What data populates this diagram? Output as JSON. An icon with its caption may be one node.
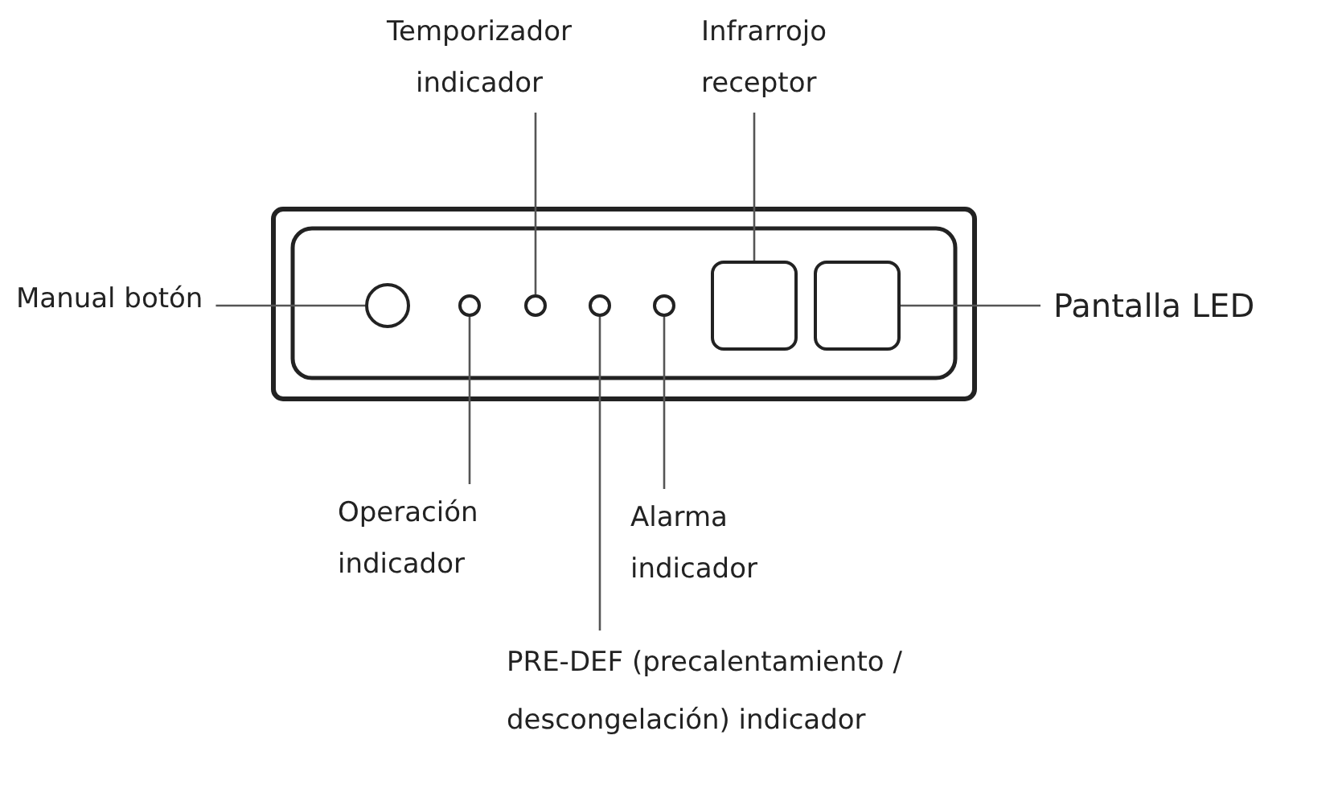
{
  "diagram": {
    "nodes": [
      {
        "text": [
          "Temporizador indicador"
        ]
      },
      {
        "text": [
          "Infrarrojo receptor"
        ]
      },
      {
        "text": [
          "Manual botón"
        ]
      },
      {
        "text": [
          "Pantalla LED"
        ]
      },
      {
        "text": [
          "Operación indicador"
        ]
      },
      {
        "text": [
          "Alarma indicador"
        ]
      },
      {
        "text": [
          "PRE-DEF (precalentamiento / descongelación) indicador"
        ]
      },
      {
        "text": [],
        "shape": "circle"
      },
      {
        "text": [],
        "shape": "circle"
      },
      {
        "text": [],
        "shape": "circle"
      },
      {
        "text": [],
        "shape": "circle"
      },
      {
        "text": [],
        "shape": "circle"
      },
      {
        "text": [],
        "shape": "box"
      },
      {
        "text": [],
        "shape": "box"
      }
    ],
    "edges": [
      {
        "from": 0,
        "to": 9,
        "arrow": "none"
      },
      {
        "from": 1,
        "to": 12,
        "arrow": "none"
      },
      {
        "from": 2,
        "to": 7,
        "arrow": "none"
      },
      {
        "from": 3,
        "to": 13,
        "arrow": "none"
      },
      {
        "from": 4,
        "to": 8,
        "arrow": "none"
      },
      {
        "from": 5,
        "to": 11,
        "arrow": "none"
      },
      {
        "from": 6,
        "to": 10,
        "arrow": "none"
      }
    ]
  }
}
